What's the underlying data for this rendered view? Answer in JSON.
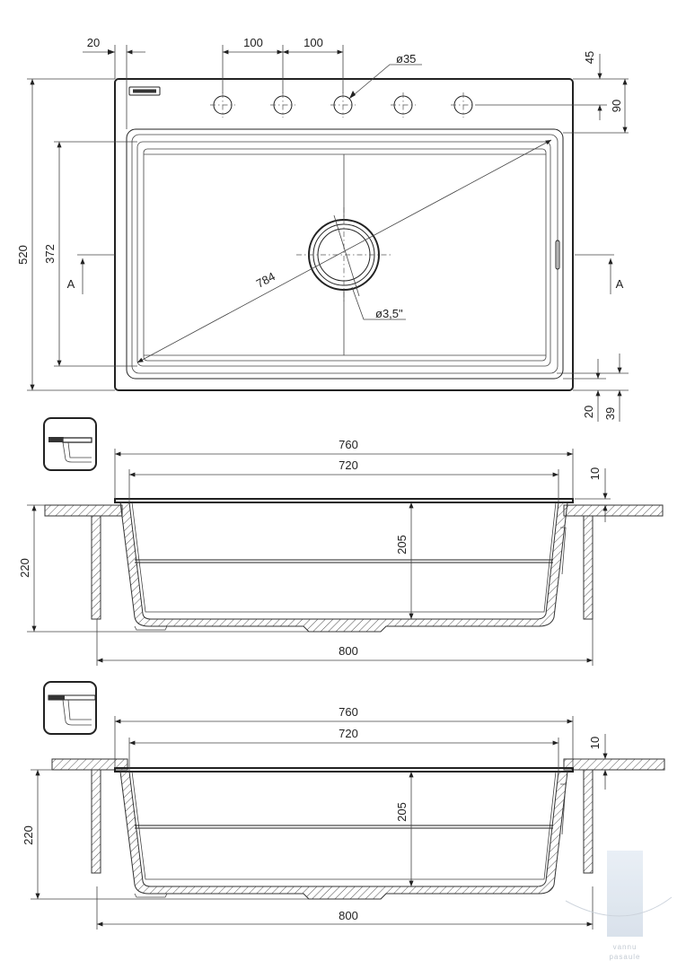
{
  "top_view": {
    "dim_left_offset": "20",
    "dim_hole_spacing_1": "100",
    "dim_hole_spacing_2": "100",
    "dim_hole_diameter": "ø35",
    "dim_top_offset": "45",
    "dim_hole_row": "90",
    "dim_overall_depth": "520",
    "dim_bowl_depth": "372",
    "dim_diagonal": "784",
    "dim_drain": "ø3,5\"",
    "dim_bottom_offset": "20",
    "dim_bottom_rim": "39",
    "section_marker_left": "A",
    "section_marker_right": "A"
  },
  "section_1": {
    "dim_outer_width": "760",
    "dim_inner_width": "720",
    "dim_rim": "10",
    "dim_height": "220",
    "dim_bowl_height": "205",
    "dim_cabinet": "800"
  },
  "section_2": {
    "dim_outer_width": "760",
    "dim_inner_width": "720",
    "dim_rim": "10",
    "dim_height": "220",
    "dim_bowl_height": "205",
    "dim_cabinet": "800"
  },
  "watermark": {
    "line1": "vannu",
    "line2": "pasaule"
  }
}
